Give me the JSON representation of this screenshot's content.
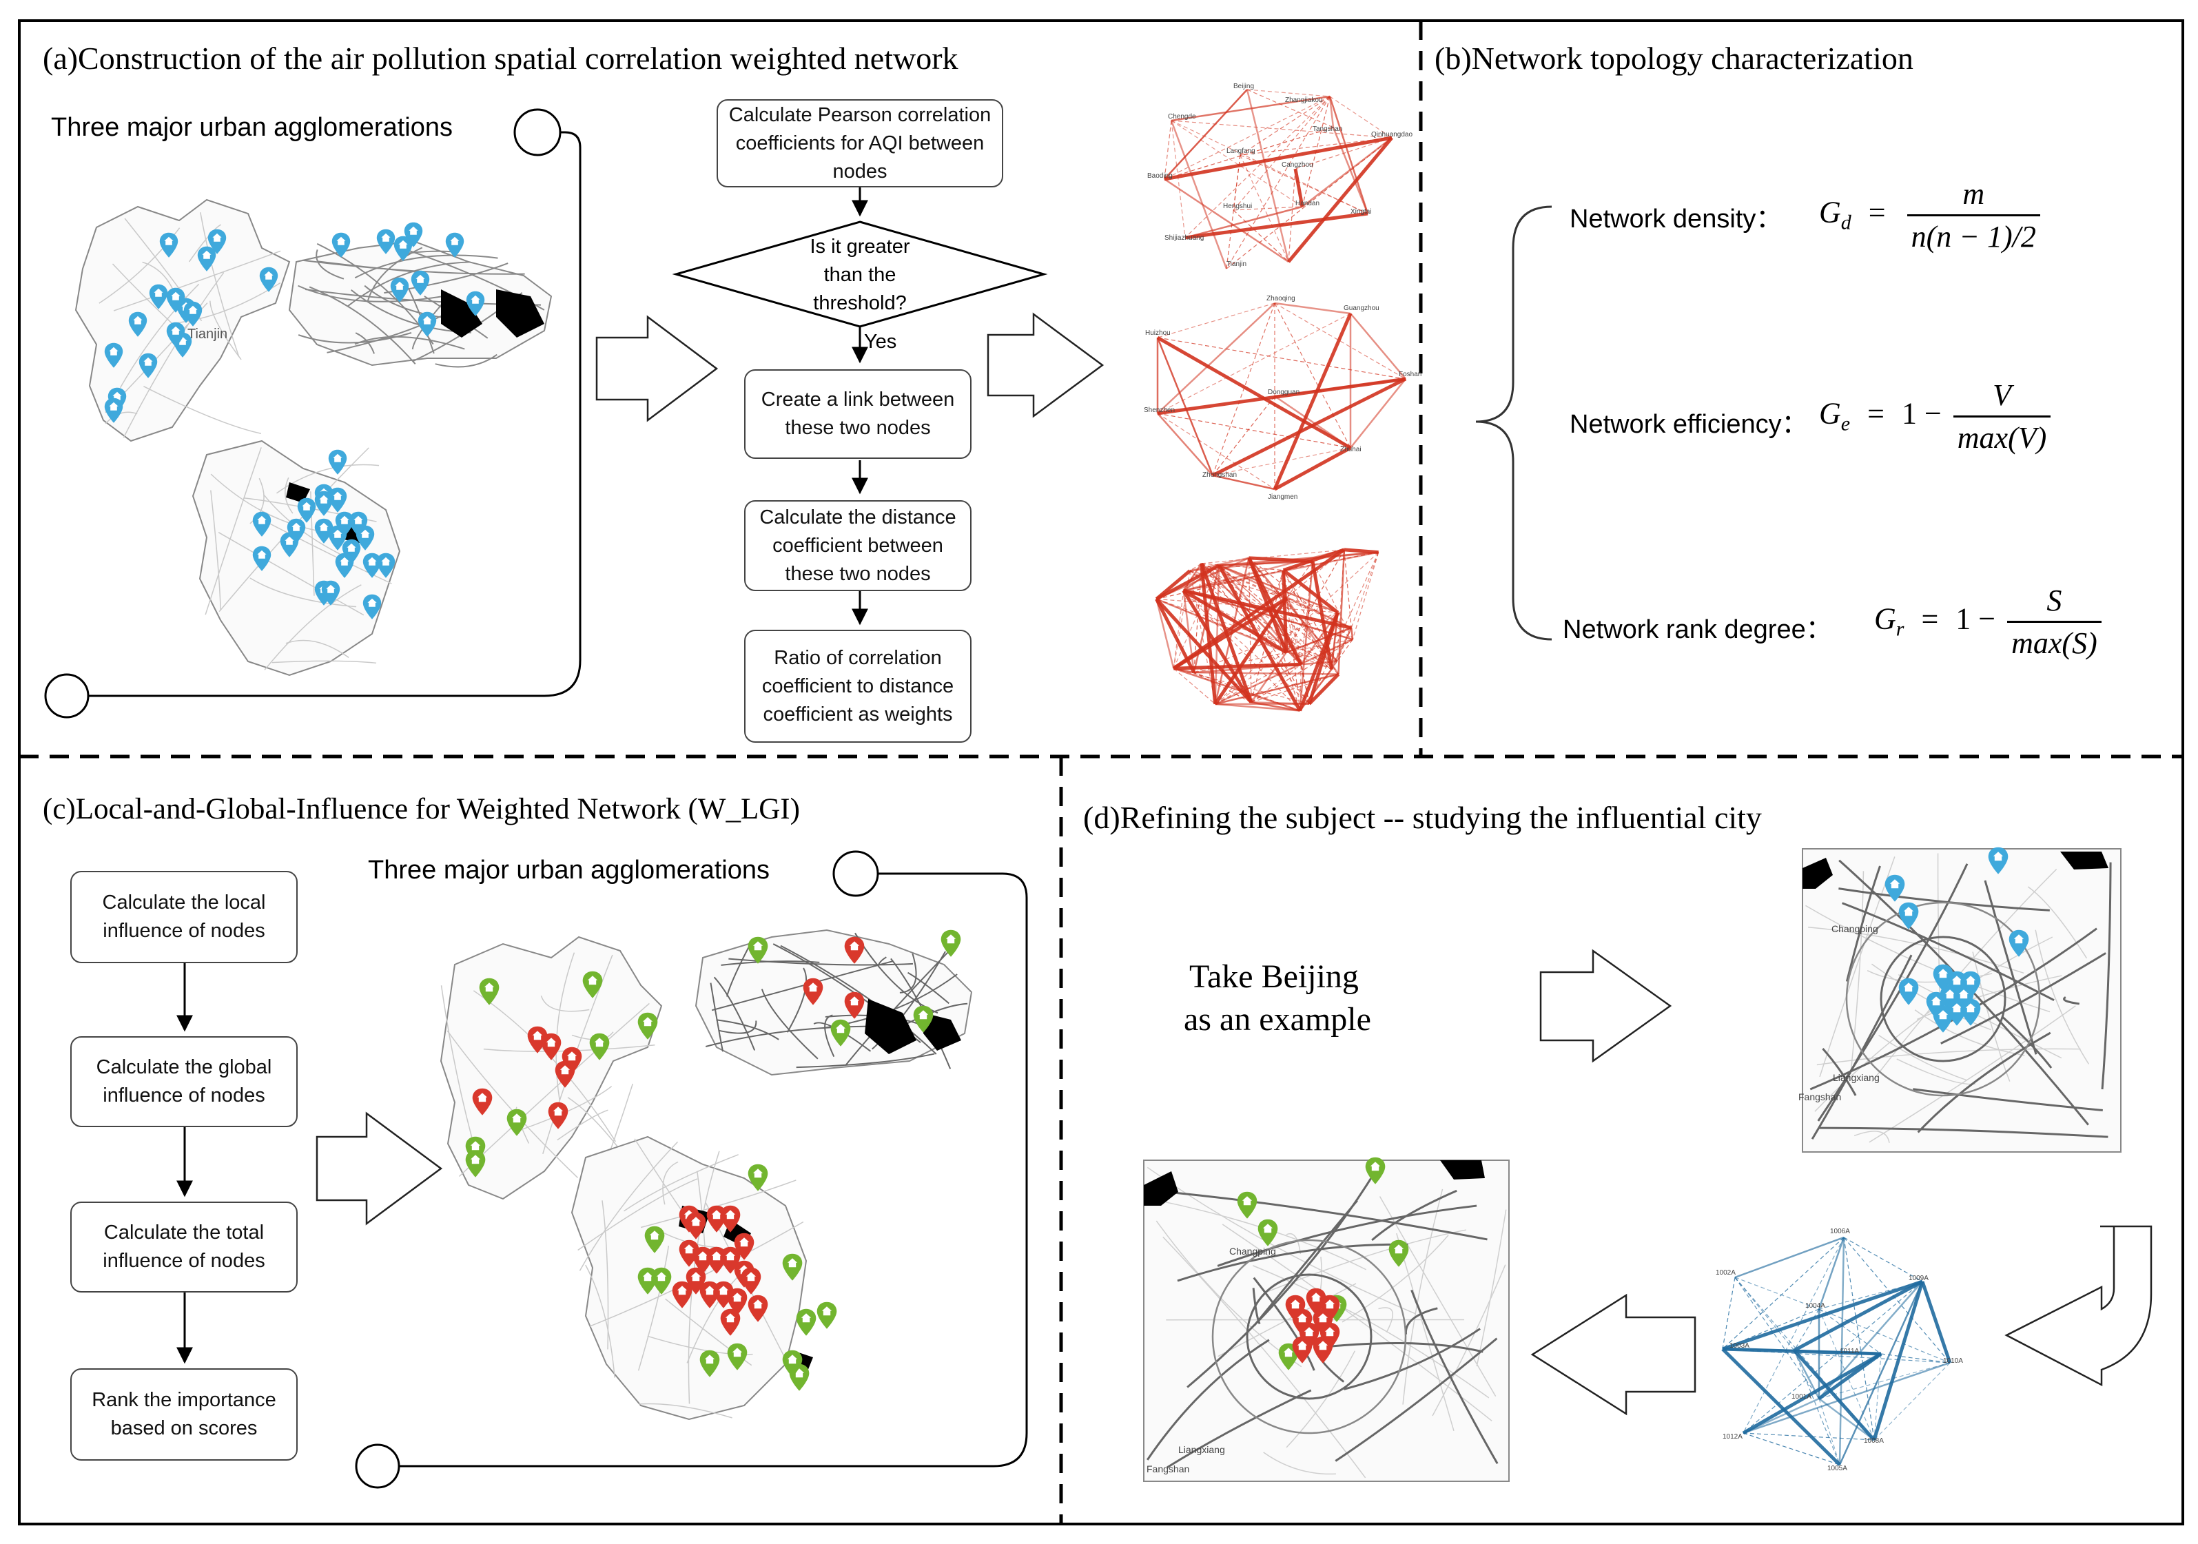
{
  "panel_a": {
    "title": "(a)Construction of  the air pollution spatial correlation weighted network",
    "agglomerations_label": "Three major urban agglomerations",
    "flow": {
      "step1": "Calculate Pearson correlation coefficients for AQI between nodes",
      "decision": "Is it greater than the threshold?",
      "yes": "Yes",
      "step2": "Create a link between these two nodes",
      "step3": "Calculate the distance coefficient between these two nodes",
      "step4": "Ratio of correlation coefficient to distance coefficient as  weights"
    },
    "map_labels": {
      "tianjin": "Tianjin"
    },
    "network_labels": {
      "n1": [
        "Beijing",
        "Zhangjiakou",
        "Chengde",
        "Tangshan",
        "Qinhuangdao",
        "Langfang",
        "Cangzhou",
        "Baoding",
        "Hengshui",
        "Handan",
        "Xingtai",
        "Shijiazhuang",
        "Tianjin"
      ],
      "n2": [
        "Zhaoqing",
        "Guangzhou",
        "Huizhou",
        "Foshan",
        "Dongguan",
        "Shenzhen",
        "Zhuhai",
        "Zhongshan",
        "Jiangmen"
      ]
    }
  },
  "panel_b": {
    "title": "(b)Network topology characterization",
    "density_label": "Network density：",
    "efficiency_label": "Network efficiency：",
    "rank_label": "Network rank degree：",
    "density": {
      "lhs": "G",
      "sub": "d",
      "num": "m",
      "den": "n(n − 1)/2"
    },
    "efficiency": {
      "lhs": "G",
      "sub": "e",
      "one": "1 −",
      "num": "V",
      "den": "max(V)"
    },
    "rank": {
      "lhs": "G",
      "sub": "r",
      "one": "1 −",
      "num": "S",
      "den": "max(S)"
    },
    "eq": "="
  },
  "panel_c": {
    "title": "(c)Local-and-Global-Influence for Weighted Network (W_LGI)",
    "agglomerations_label": "Three major urban agglomerations",
    "flow": {
      "step1": "Calculate the local influence of nodes",
      "step2": "Calculate the global influence of nodes",
      "step3": "Calculate the total influence of nodes",
      "step4": "Rank the importance based on scores"
    }
  },
  "panel_d": {
    "title": "(d)Refining the subject -- studying the influential city",
    "example_line1": "Take Beijing",
    "example_line2": "as an example",
    "map_labels": {
      "fangshan": "Fangshan",
      "liangxiang": "Liangxiang",
      "changping": "Changping"
    },
    "network_labels": [
      "1006A",
      "1002A",
      "1009A",
      "1004A",
      "1011A",
      "1003A",
      "1010A",
      "1001A",
      "1012A",
      "1008A",
      "1005A"
    ]
  },
  "colors": {
    "blue_marker": "#3fa9dc",
    "red_marker": "#d9382c",
    "green_marker": "#72b52f",
    "red_edge": "#d2321e",
    "blue_edge": "#1f6a9e"
  }
}
